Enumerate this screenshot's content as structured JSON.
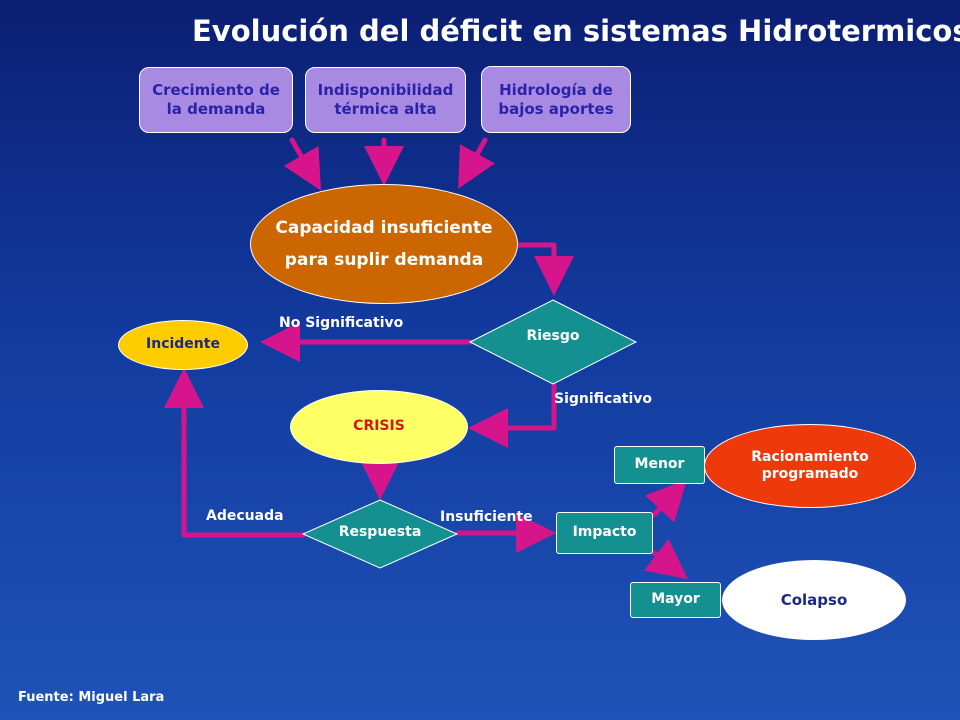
{
  "title": "Evolución del déficit en sistemas Hidrotermicos",
  "source": "Fuente: Miguel Lara",
  "causes": [
    {
      "label": "Crecimiento de\nla demanda"
    },
    {
      "label": "Indisponibilidad\ntérmica alta"
    },
    {
      "label": "Hidrología de\nbajos aportes"
    }
  ],
  "nodes": {
    "capacity": "Capacidad insuficiente\npara suplir demanda",
    "risk": "Riesgo",
    "incident": "Incidente",
    "crisis": "CRISIS",
    "response": "Respuesta",
    "impact": "Impacto",
    "minor": "Menor",
    "major": "Mayor",
    "rationing": "Racionamiento\nprogramado",
    "collapse": "Colapso"
  },
  "edge_labels": {
    "not_significant": "No Significativo",
    "significant": "Significativo",
    "adequate": "Adecuada",
    "insufficient": "Insuficiente"
  },
  "colors": {
    "background": "#0b1f73",
    "arrow": "#d6148c",
    "cause_fill": "#a98ae3",
    "capacity_fill": "#cc6600",
    "teal": "#159090",
    "incident_fill": "#ffcc00",
    "crisis_fill": "#ffff66",
    "rationing_fill": "#ee3a0a",
    "collapse_fill": "#ffffff"
  }
}
